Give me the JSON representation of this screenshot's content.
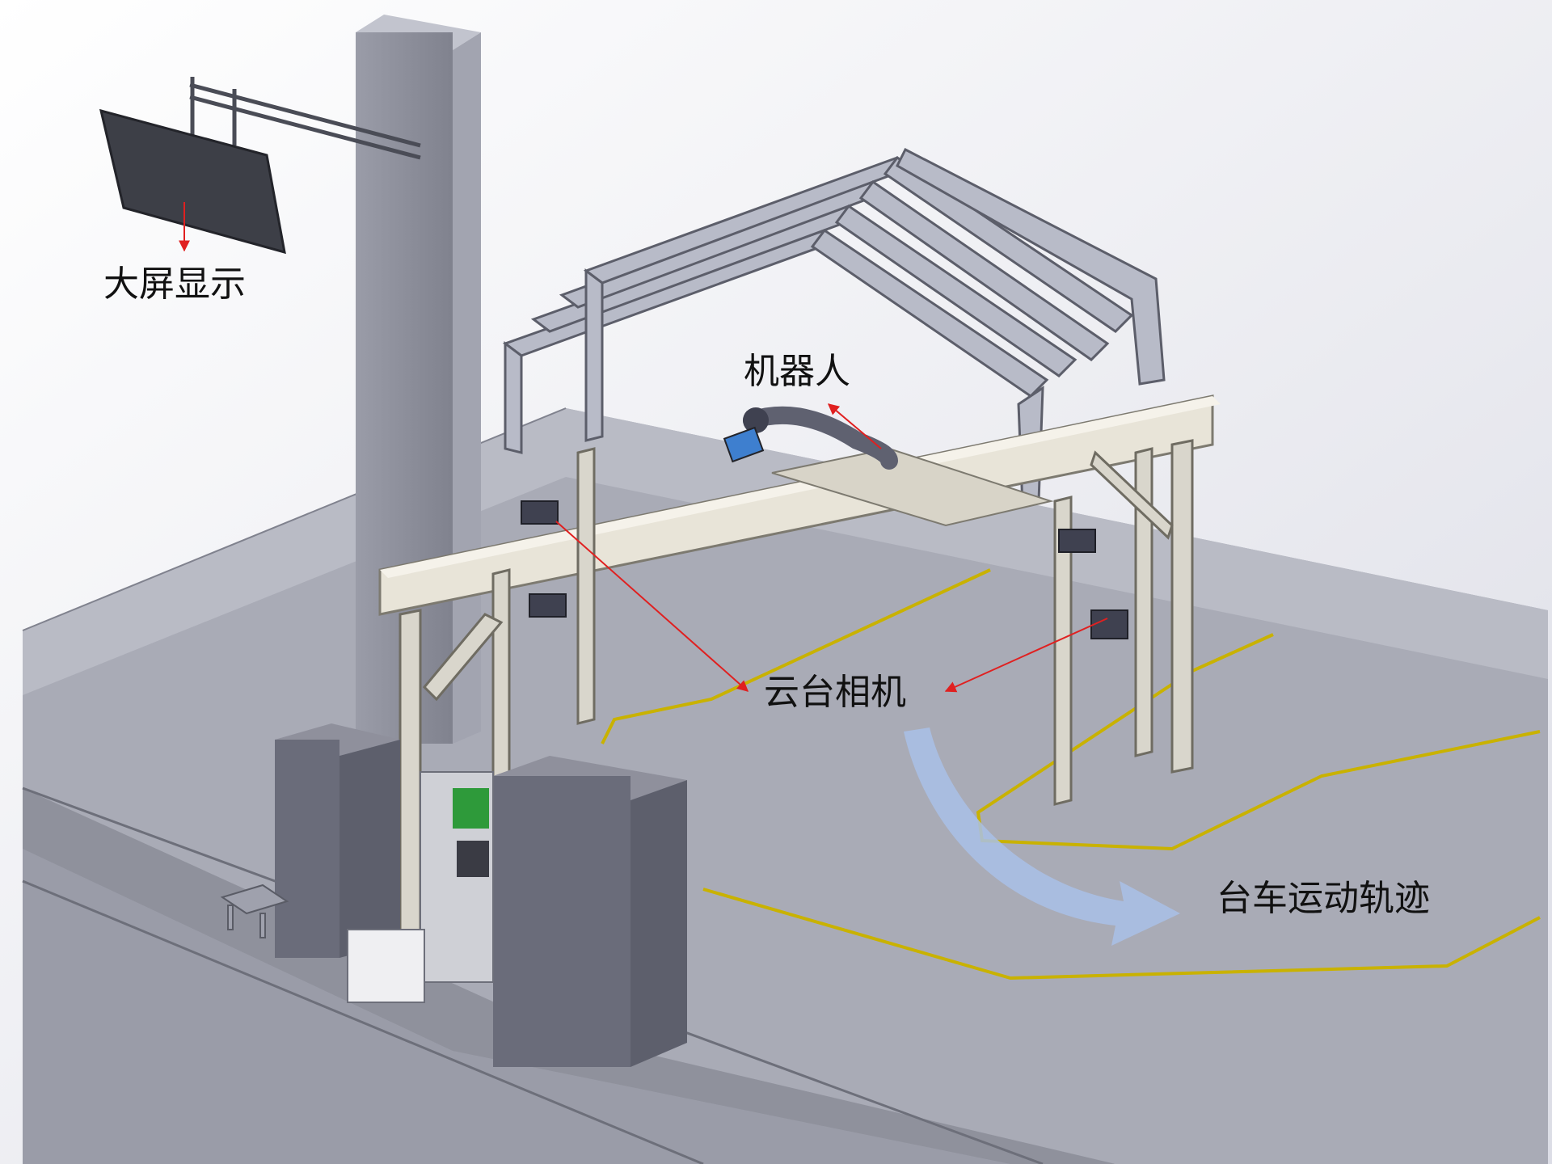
{
  "labels": {
    "screen": "大屏显示",
    "robot": "机器人",
    "camera": "云台相机",
    "trajectory": "台车运动轨迹"
  },
  "colors": {
    "annotation_arrow": "#e02020",
    "motion_arrow": "#a9bfe8",
    "track_line": "#c9b200",
    "floor": "#a9abb6",
    "column": "#8e909c",
    "beam": "#e8e4d8",
    "cabinet": "#6a6c7a",
    "panel_green": "#2e9a3a"
  }
}
